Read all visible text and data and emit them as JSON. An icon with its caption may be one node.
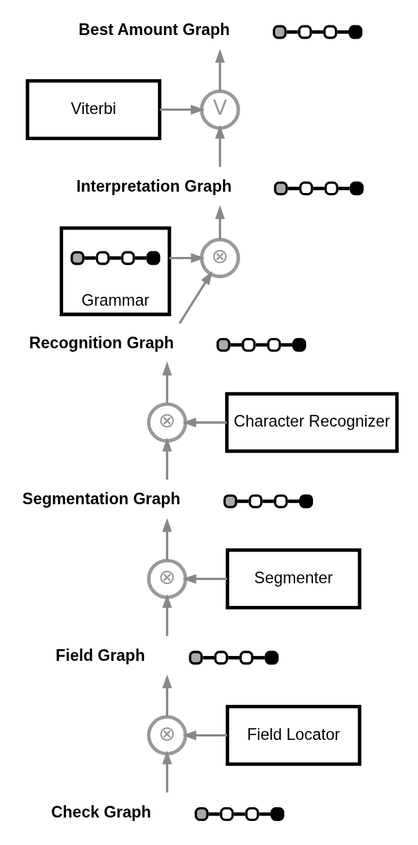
{
  "diagram": {
    "nodes": [
      {
        "text": [],
        "shape": "picture",
        "beside": [
          "Best Amount Graph"
        ]
      },
      {
        "text": [
          "V"
        ]
      },
      {
        "text": [
          "Viterbi"
        ]
      },
      {
        "text": [],
        "shape": "picture",
        "beside": [
          "Interpretation Graph"
        ]
      },
      {
        "text": [
          "⊗"
        ]
      },
      {
        "text": [
          "Grammar"
        ]
      },
      {
        "text": [],
        "shape": "picture",
        "in": 5
      },
      {
        "text": [],
        "shape": "picture",
        "beside": [
          "Recognition Graph"
        ]
      },
      {
        "text": [
          "⊗"
        ]
      },
      {
        "text": [
          "Character Recognizer"
        ]
      },
      {
        "text": [],
        "shape": "picture",
        "beside": [
          "Segmentation Graph"
        ]
      },
      {
        "text": [
          "⊗"
        ]
      },
      {
        "text": [
          "Segmenter"
        ]
      },
      {
        "text": [],
        "shape": "picture",
        "beside": [
          "Field Graph"
        ]
      },
      {
        "text": [
          "⊗"
        ]
      },
      {
        "text": [
          "Field Locator"
        ]
      },
      {
        "text": [],
        "shape": "picture",
        "beside": [
          "Check Graph"
        ]
      }
    ],
    "edges": [
      {
        "from": 1,
        "to": 0,
        "arrow": "to"
      },
      {
        "from": 2,
        "to": 1,
        "arrow": "to"
      },
      {
        "from": 3,
        "to": 1,
        "arrow": "to"
      },
      {
        "from": 4,
        "to": 3,
        "arrow": "to"
      },
      {
        "from": 5,
        "to": 4,
        "arrow": "to"
      },
      {
        "from": 7,
        "to": 4,
        "arrow": "to"
      },
      {
        "from": 8,
        "to": 7,
        "arrow": "to"
      },
      {
        "from": 9,
        "to": 8,
        "arrow": "to"
      },
      {
        "from": 10,
        "to": 8,
        "arrow": "to"
      },
      {
        "from": 11,
        "to": 10,
        "arrow": "to"
      },
      {
        "from": 12,
        "to": 11,
        "arrow": "to"
      },
      {
        "from": 13,
        "to": 11,
        "arrow": "to"
      },
      {
        "from": 14,
        "to": 13,
        "arrow": "to"
      },
      {
        "from": 15,
        "to": 14,
        "arrow": "to"
      },
      {
        "from": 16,
        "to": 14,
        "arrow": "to"
      }
    ]
  }
}
